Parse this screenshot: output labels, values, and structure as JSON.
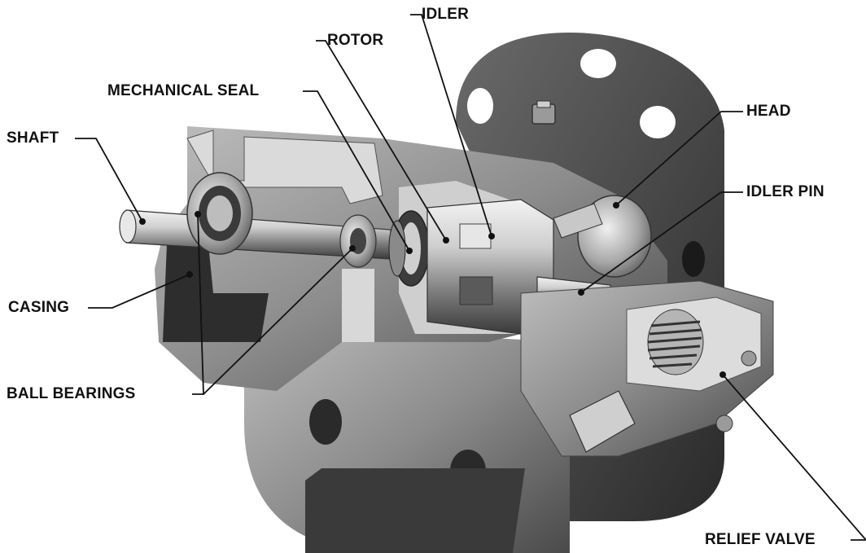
{
  "diagram": {
    "labels": {
      "idler": "IDLER",
      "rotor": "ROTOR",
      "mechanical_seal": "MECHANICAL SEAL",
      "shaft": "SHAFT",
      "head": "HEAD",
      "idler_pin": "IDLER PIN",
      "casing": "CASING",
      "ball_bearings": "BALL BEARINGS",
      "relief_valve": "RELIEF VALVE"
    }
  },
  "colors": {
    "metal_dark": "#3a3a3a",
    "metal_mid": "#8a8a8a",
    "metal_light": "#d9d9d9",
    "leader": "#111111"
  }
}
